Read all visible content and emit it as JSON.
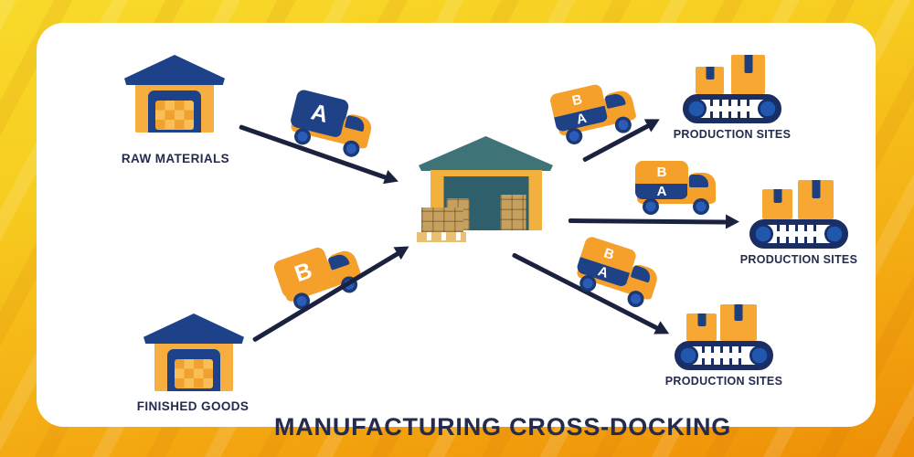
{
  "title": "MANUFACTURING CROSS-DOCKING",
  "sources": [
    {
      "label": "RAW MATERIALS"
    },
    {
      "label": "FINISHED GOODS"
    }
  ],
  "trucks": [
    {
      "labels": [
        "A"
      ]
    },
    {
      "labels": [
        "B"
      ]
    },
    {
      "labels": [
        "B",
        "A"
      ]
    },
    {
      "labels": [
        "B",
        "A"
      ]
    },
    {
      "labels": [
        "B",
        "A"
      ]
    }
  ],
  "destinations": [
    {
      "label": "PRODUCTION SITES"
    },
    {
      "label": "PRODUCTION SITES"
    },
    {
      "label": "PRODUCTION SITES"
    }
  ],
  "palette": {
    "background_yellow": "#F8DA2A",
    "background_orange": "#EE8F07",
    "card_white": "#FFFFFF",
    "navy": "#1F4185",
    "dark_navy_text": "#242B4D",
    "truck_orange": "#F5A02B",
    "warehouse_orange": "#F5AE3F",
    "dock_roof_teal": "#3E7478",
    "dock_opening_teal": "#2F5F6A",
    "crate_tan": "#C6A05F",
    "conveyor_navy": "#1A2E63",
    "wheel_blue": "#2157AC"
  }
}
